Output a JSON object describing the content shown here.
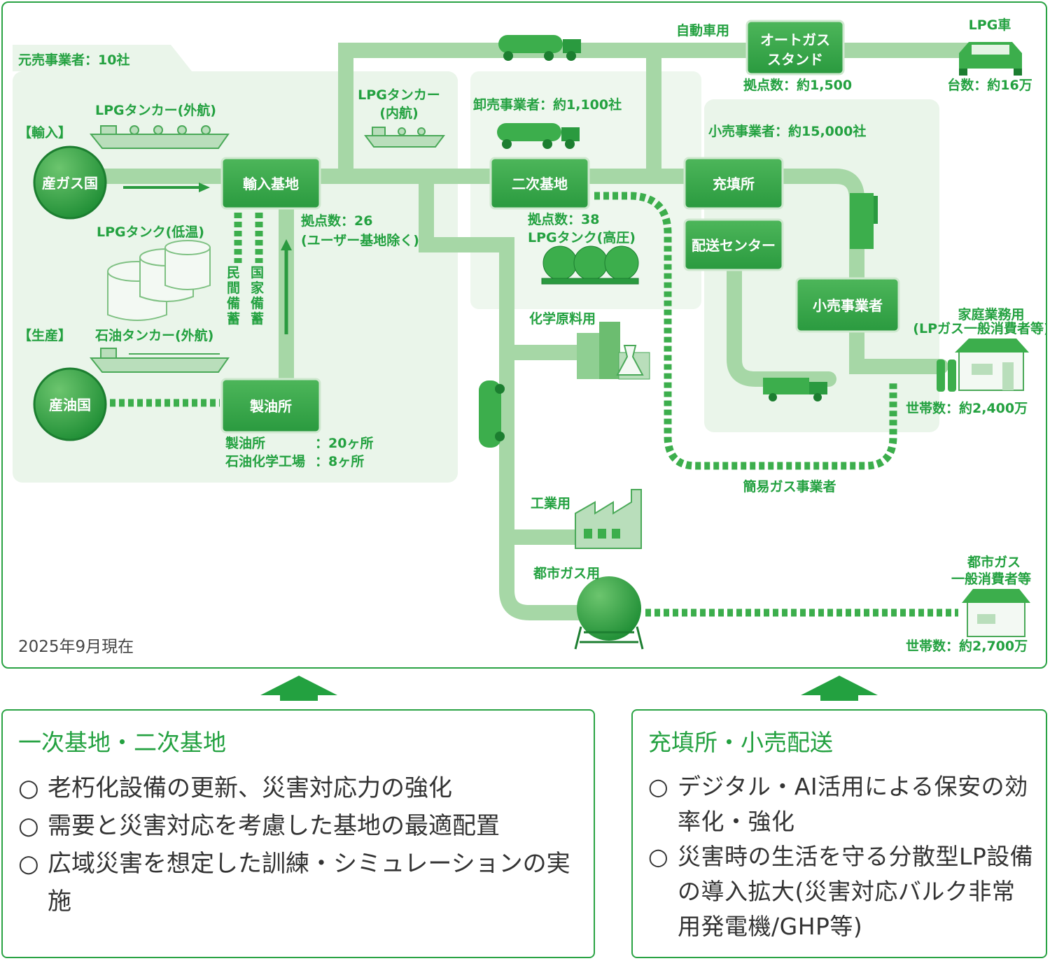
{
  "diagram": {
    "motouri": "元売事業者：10社",
    "import_label": "【輸入】",
    "production_label": "【生産】",
    "lpg_tanker_ocean": "LPGタンカー(外航)",
    "oil_tanker_ocean": "石油タンカー(外航)",
    "lpg_tank_lowtemp": "LPGタンク(低温)",
    "gas_country": "産ガス国",
    "oil_country": "産油国",
    "import_base": "輸入基地",
    "import_base_count_1": "拠点数：26",
    "import_base_count_2": "(ユーザー基地除く)",
    "refinery": "製油所",
    "refinery_count_label": "製油所",
    "refinery_count_value": "：20ヶ所",
    "petchem_label": "石油化学工場",
    "petchem_value": "：8ヶ所",
    "private_reserve": [
      "民",
      "間",
      "備",
      "蓄"
    ],
    "national_reserve": [
      "国",
      "家",
      "備",
      "蓄"
    ],
    "lpg_tanker_coastal_1": "LPGタンカー",
    "lpg_tanker_coastal_2": "(内航)",
    "wholesale": "卸売事業者：約1,100社",
    "secondary_base": "二次基地",
    "secondary_count": "拠点数：38",
    "lpg_tank_highpressure": "LPGタンク(高圧)",
    "chemical_use": "化学原料用",
    "industrial_use": "工業用",
    "city_gas_use": "都市ガス用",
    "automobile_use": "自動車用",
    "autogas_1": "オートガス",
    "autogas_2": "スタンド",
    "autogas_count": "拠点数：約1,500",
    "lpg_car": "LPG車",
    "lpg_car_count": "台数：約16万",
    "retail_count": "小売事業者：約15,000社",
    "filling_station": "充填所",
    "delivery_center": "配送センター",
    "retailer": "小売事業者",
    "household_1": "家庭業務用",
    "household_2": "(LPガス一般消費者等)",
    "household_count": "世帯数：約2,400万",
    "simple_gas": "簡易ガス事業者",
    "city_gas_consumer_1": "都市ガス",
    "city_gas_consumer_2": "一般消費者等",
    "city_gas_count": "世帯数：約2,700万",
    "date_note": "2025年9月現在"
  },
  "panels": [
    {
      "title": "一次基地・二次基地",
      "items": [
        "老朽化設備の更新、災害対応力の強化",
        "需要と災害対応を考慮した基地の最適配置",
        "広域災害を想定した訓練・シミュレーションの実施"
      ]
    },
    {
      "title": "充填所・小売配送",
      "items": [
        "デジタル・AI活用による保安の効率化・強化",
        "災害時の生活を守る分散型LP設備の導入拡大(災害対応バルク非常用発電機/GHP等)"
      ]
    }
  ],
  "list_marker": "○",
  "colors": {
    "accent": "#23a140",
    "flow": "#a6d7a6",
    "region": "#eaf5ea",
    "box": "#3aa84a"
  }
}
